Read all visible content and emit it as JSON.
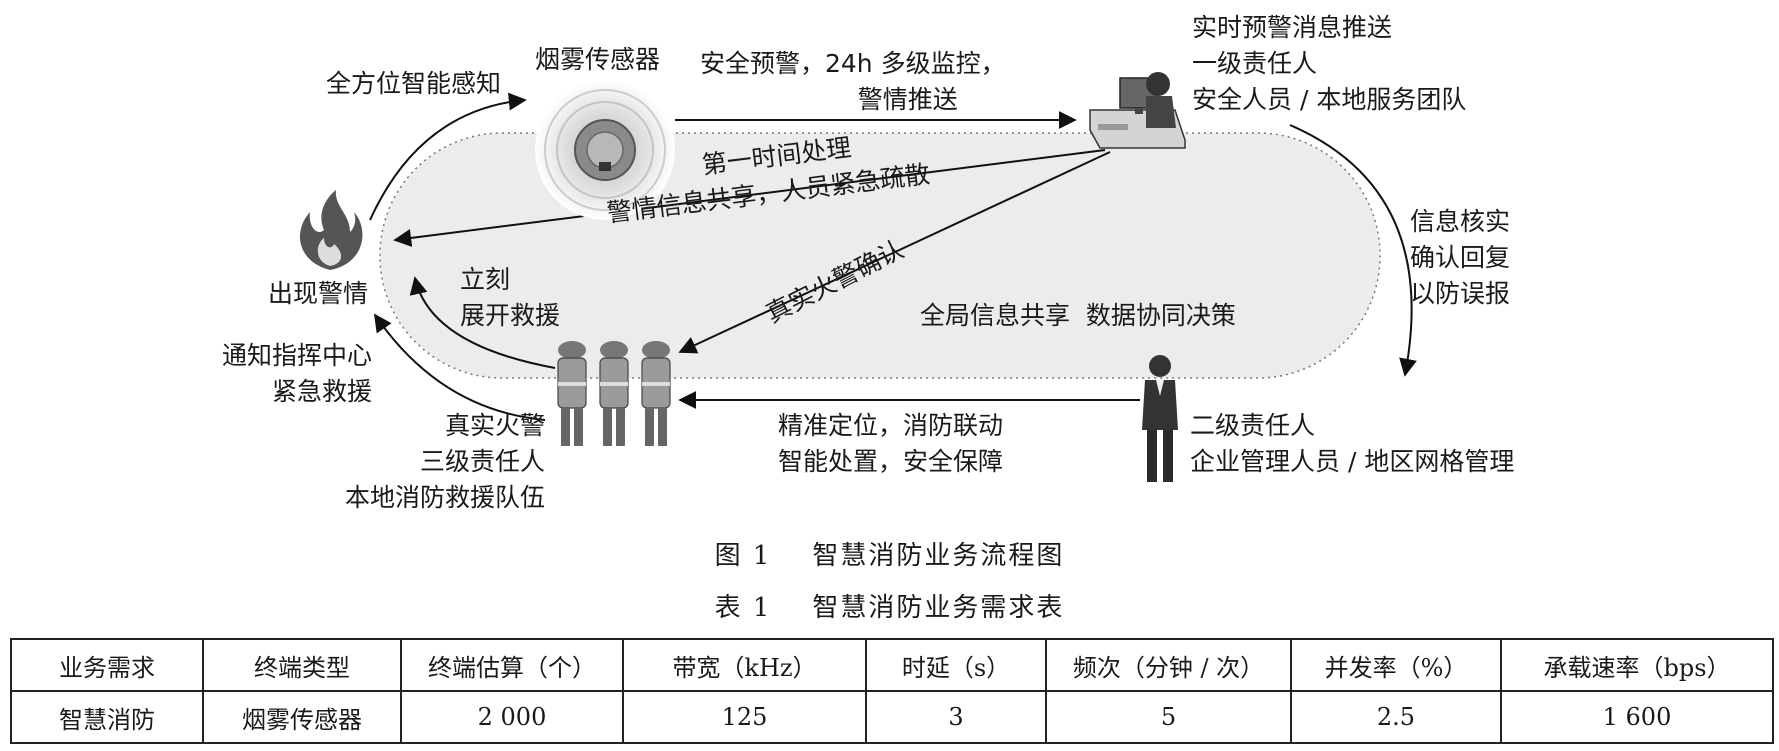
{
  "figure": {
    "labels": {
      "smoke_sensor": "烟雾传感器",
      "perception": "全方位智能感知",
      "warning_top": [
        "安全预警，24h 多级监控，",
        "警情推送"
      ],
      "push_block": [
        "实时预警消息推送",
        "一级责任人",
        "安全人员 / 本地服务团队"
      ],
      "first_time": [
        "第一时间处理",
        "警情信息共享，人员紧急疏散"
      ],
      "real_fire_confirm": "真实火警确认",
      "alarm": "出现警情",
      "rescue_now": [
        "立刻",
        "展开救援"
      ],
      "verify": [
        "信息核实",
        "确认回复",
        "以防误报"
      ],
      "global_share": "全局信息共享  数据协同决策",
      "notify": [
        "通知指挥中心",
        "紧急救援"
      ],
      "real_fire_block": [
        "真实火警",
        "三级责任人",
        "本地消防救援队伍"
      ],
      "locate": [
        "精准定位，消防联动",
        "智能处置，安全保障"
      ],
      "level2": [
        "二级责任人",
        "企业管理人员 / 地区网格管理"
      ]
    },
    "icons": {
      "fire": "fire-icon",
      "sensor": "smoke-sensor-icon",
      "operator": "operator-desk-icon",
      "firefighters": "firefighters-icon",
      "manager": "manager-icon"
    },
    "caption": "图 1    智慧消防业务流程图"
  },
  "table": {
    "caption": "表 1    智慧消防业务需求表",
    "headers": [
      "业务需求",
      "终端类型",
      "终端估算（个）",
      "带宽（kHz）",
      "时延（s）",
      "频次（分钟 / 次）",
      "并发率（%）",
      "承载速率（bps）"
    ],
    "rows": [
      [
        "智慧消防",
        "烟雾传感器",
        "2 000",
        "125",
        "3",
        "5",
        "2.5",
        "1 600"
      ]
    ]
  }
}
